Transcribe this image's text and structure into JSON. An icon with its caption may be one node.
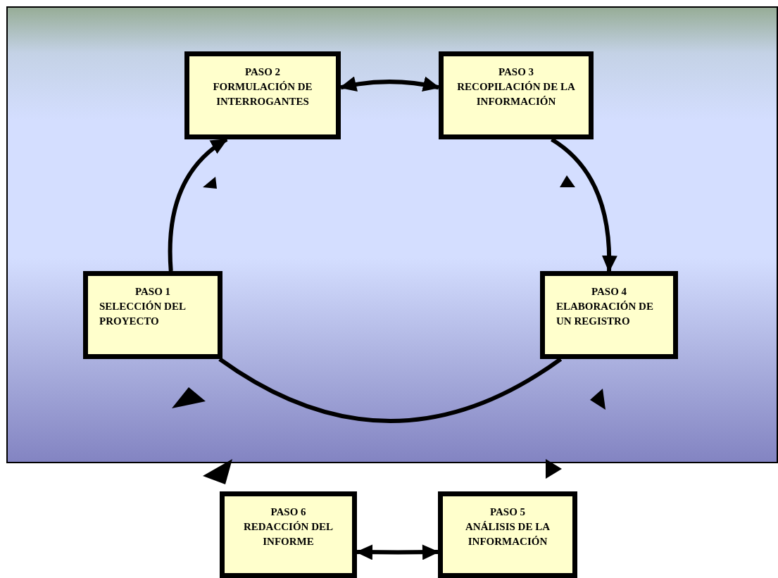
{
  "diagram": {
    "nodes": [
      {
        "text": [
          "PASO 1",
          "SELECCIÓN DEL PROYECTO"
        ]
      },
      {
        "text": [
          "PASO 2",
          "FORMULACIÓN DE INTERROGANTES"
        ]
      },
      {
        "text": [
          "PASO 3",
          "RECOPILACIÓN DE LA INFORMACIÓN"
        ]
      },
      {
        "text": [
          "PASO 4",
          "ELABORACIÓN DE UN REGISTRO"
        ]
      },
      {
        "text": [
          "PASO 5",
          "ANÁLISIS DE LA INFORMACIÓN"
        ]
      },
      {
        "text": [
          "PASO 6",
          "REDACCIÓN DEL INFORME"
        ]
      }
    ],
    "edges": [
      {
        "from": 0,
        "to": 1,
        "arrow": "to"
      },
      {
        "from": 1,
        "to": 2,
        "arrow": "both"
      },
      {
        "from": 2,
        "to": 3,
        "arrow": "to"
      },
      {
        "from": 3,
        "to": 0,
        "arrow": "none"
      },
      {
        "from": 4,
        "to": 5,
        "arrow": "both"
      }
    ]
  }
}
